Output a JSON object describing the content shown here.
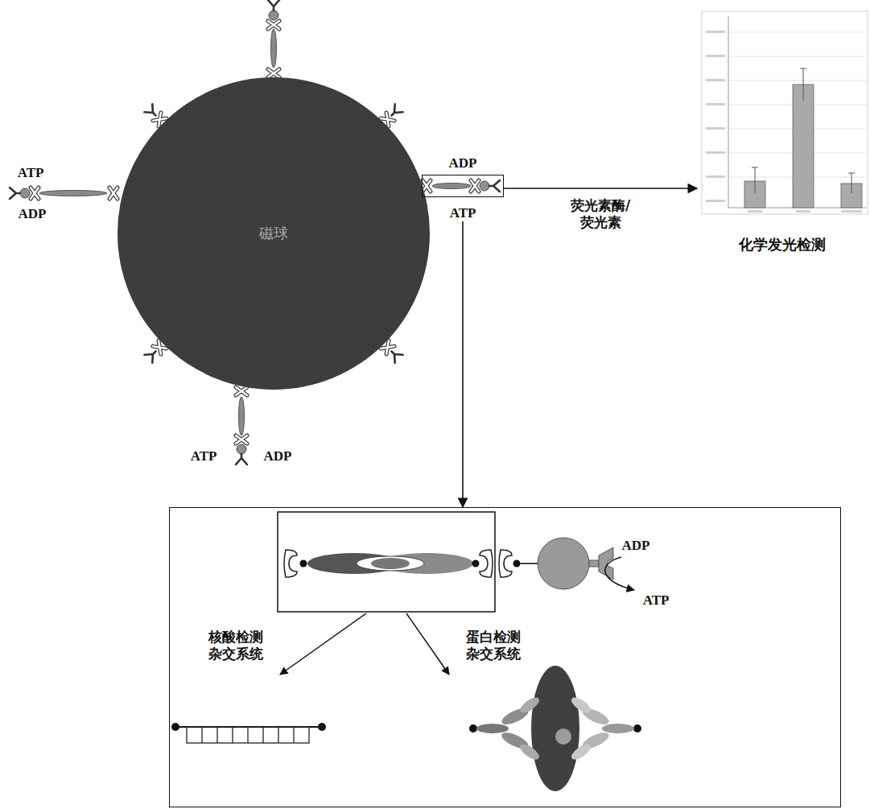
{
  "diagram": {
    "nodes": [
      {
        "text": [
          "磁球"
        ]
      },
      {
        "text": [
          "ADP",
          "ATP"
        ]
      },
      {
        "text": [
          "化学发光检测"
        ]
      },
      {
        "text": [
          "核酸检测杂交系统",
          "蛋白检测杂交系统"
        ]
      }
    ],
    "edges": [
      {
        "from": 1,
        "to": 2,
        "arrow": "to",
        "label": "荧光素酶/荧光素"
      },
      {
        "from": 1,
        "to": 3,
        "arrow": "to"
      }
    ],
    "labels": [
      "ATP",
      "ADP",
      "ATP",
      "ADP",
      "ADP",
      "ATP"
    ]
  }
}
